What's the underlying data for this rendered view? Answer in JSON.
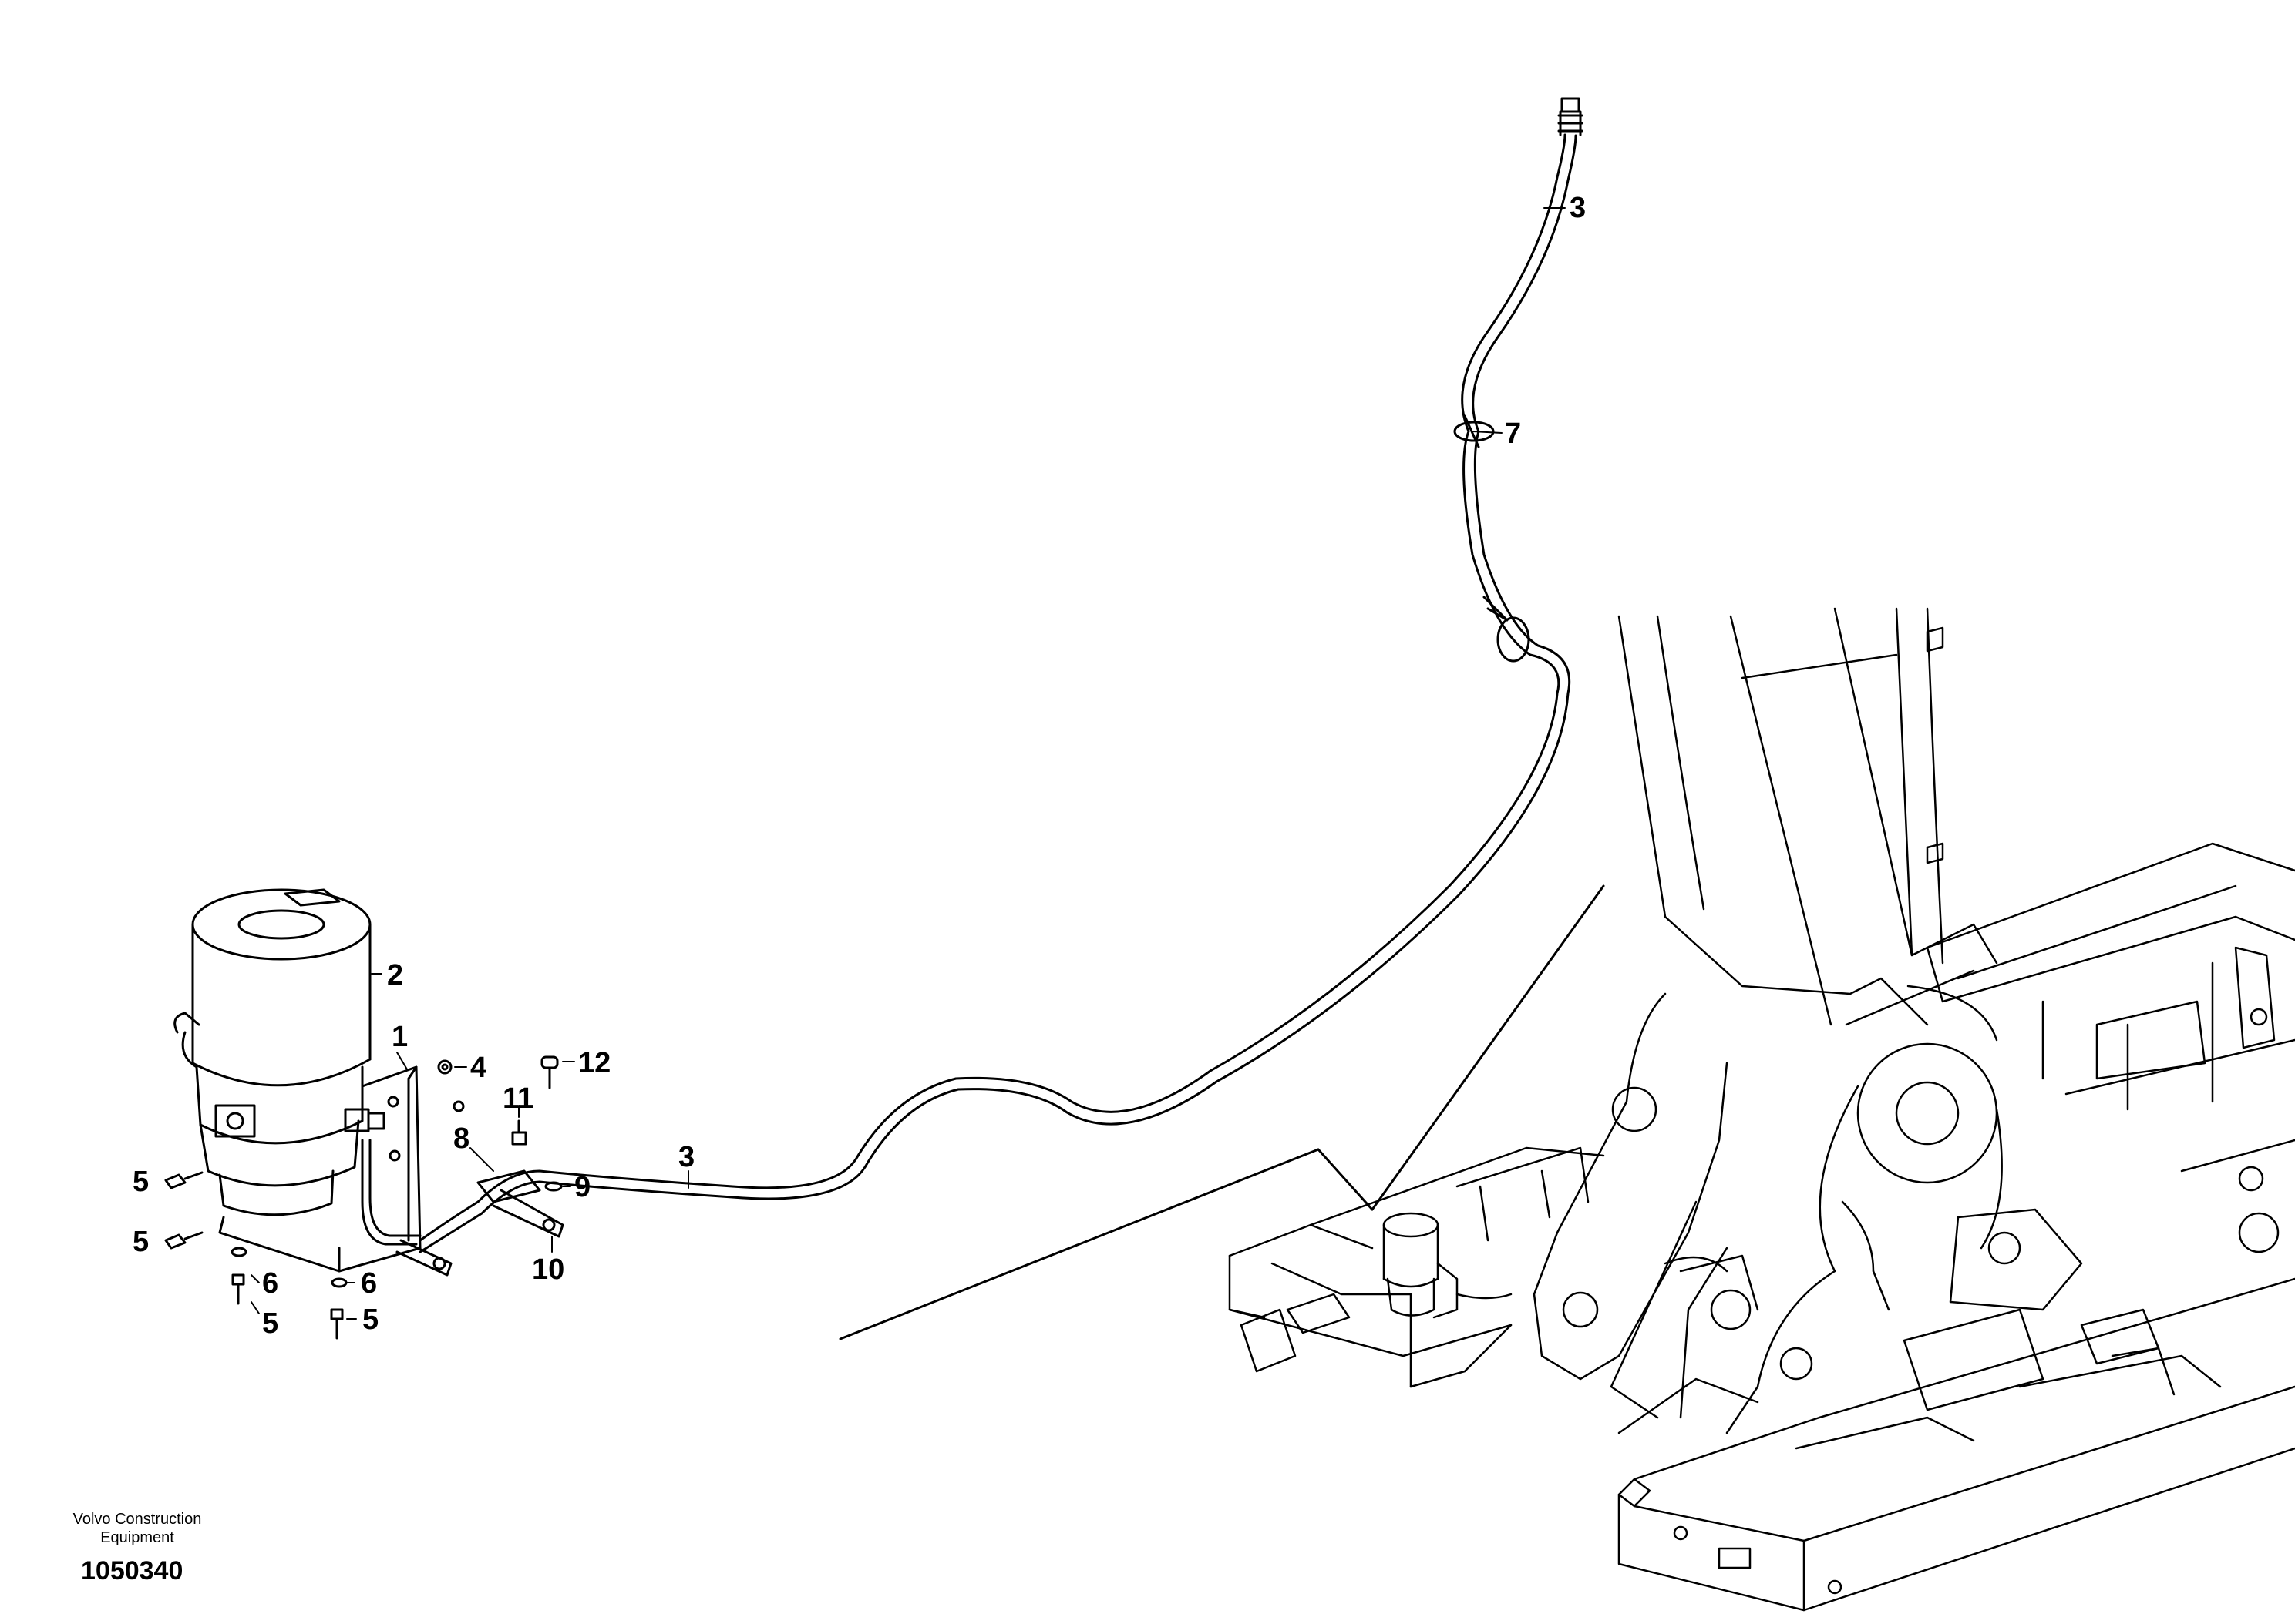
{
  "footer": {
    "company_line1": "Volvo Construction",
    "company_line2": "Equipment",
    "drawing_number": "1050340"
  },
  "callouts": {
    "c1": "1",
    "c2": "2",
    "c3_top": "3",
    "c3_mid": "3",
    "c4": "4",
    "c5_a": "5",
    "c5_b": "5",
    "c5_c": "5",
    "c5_d": "5",
    "c6_a": "6",
    "c6_b": "6",
    "c7": "7",
    "c8": "8",
    "c9": "9",
    "c10": "10",
    "c11": "11",
    "c12": "12"
  },
  "colors": {
    "line": "#000000",
    "background": "#ffffff"
  }
}
